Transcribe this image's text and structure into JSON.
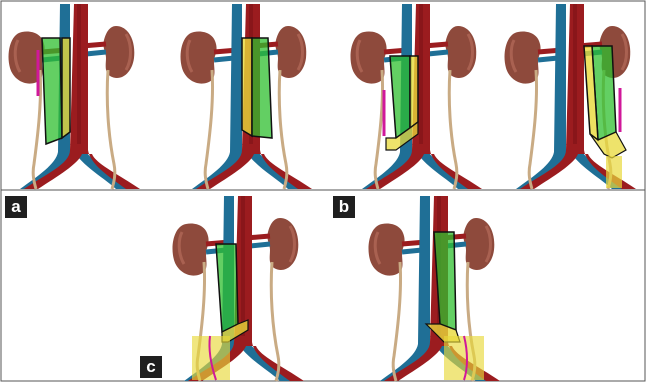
{
  "figure": {
    "labels": {
      "a": "a",
      "b": "b",
      "c": "c"
    }
  },
  "colors": {
    "artery": "#9b1c1f",
    "artery_dark": "#6e1013",
    "vein": "#1f6f96",
    "vein_dark": "#124d6b",
    "kidney": "#8e4a3c",
    "kidney_light": "#b56b5a",
    "ureter": "#c9ab84",
    "field_green": "#2fbf2f",
    "field_yellow": "#e8d93a",
    "field_outline": "#111111",
    "gonadal_magenta": "#d0189a",
    "label_bg": "#1f1f1f",
    "label_text": "#ffffff"
  },
  "panels": [
    {
      "id": "a-left",
      "group": "a",
      "field": "left-paraaortic"
    },
    {
      "id": "a-right",
      "group": "a",
      "field": "right-paraaortic"
    },
    {
      "id": "b-left",
      "group": "b",
      "field": "left-extended"
    },
    {
      "id": "b-right",
      "group": "b",
      "field": "right-extended"
    },
    {
      "id": "c-left",
      "group": "c",
      "field": "left-pelvic"
    },
    {
      "id": "c-right",
      "group": "c",
      "field": "right-pelvic"
    }
  ]
}
